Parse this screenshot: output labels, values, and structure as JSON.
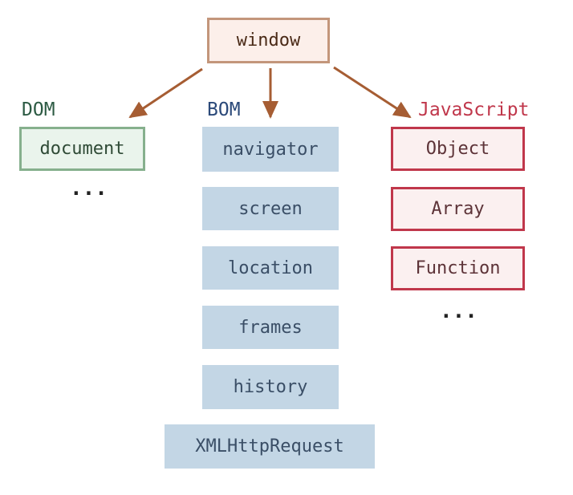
{
  "root": {
    "label": "window"
  },
  "groups": {
    "dom": {
      "heading": "DOM",
      "items": [
        "document"
      ],
      "more": "..."
    },
    "bom": {
      "heading": "BOM",
      "items": [
        "navigator",
        "screen",
        "location",
        "frames",
        "history",
        "XMLHttpRequest"
      ]
    },
    "js": {
      "heading": "JavaScript",
      "items": [
        "Object",
        "Array",
        "Function"
      ],
      "more": "..."
    }
  },
  "colors": {
    "arrow": "#a65d33",
    "window_border": "#c3967b",
    "dom_border": "#86b08d",
    "bom_fill": "#c3d6e5",
    "js_border": "#c0374b"
  }
}
